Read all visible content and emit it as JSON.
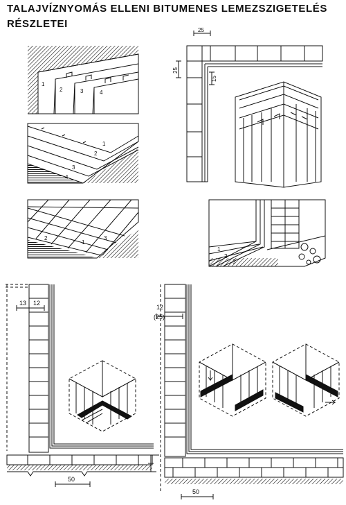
{
  "title": {
    "line1": "TALAJVÍZNYOMÁS ELLENI BITUMENES LEMEZSZIGETELÉS",
    "line2": "RÉSZLETEI"
  },
  "labels": {
    "dim_top": "25",
    "dim_side": "25",
    "dim_15": "15",
    "dim_13": "13",
    "dim_12a": "12",
    "dim_12b": "12",
    "dim_25p": "(25)",
    "dim_50a": "50",
    "dim_50b": "50",
    "n1": "1",
    "n2": "2",
    "n3": "3",
    "n4": "4",
    "m1": "1",
    "m2": "2",
    "m3": "3",
    "m4": "4",
    "k1": "1",
    "k2": "2",
    "k3": "3",
    "p1": "1",
    "p2": "2",
    "p3": "3"
  },
  "colors": {
    "ink": "#111111",
    "paper": "#ffffff"
  }
}
